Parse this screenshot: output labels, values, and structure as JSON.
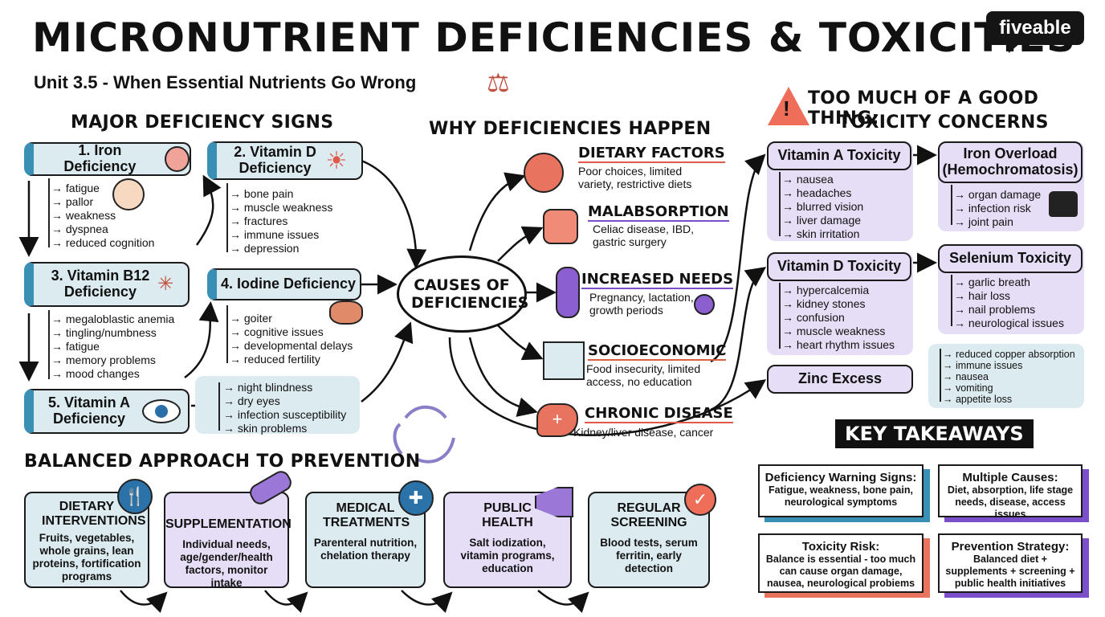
{
  "header": {
    "title": "MICRONUTRIENT DEFICIENCIES & TOXICITIES",
    "subtitle": "Unit 3.5 - When Essential Nutrients Go Wrong",
    "logo": "fiveable"
  },
  "deficiency": {
    "heading": "MAJOR DEFICIENCY SIGNS",
    "iron": {
      "title": "1. Iron Deficiency",
      "signs": [
        "fatigue",
        "pallor",
        "weakness",
        "dyspnea",
        "reduced cognition"
      ]
    },
    "vitd": {
      "title": "2. Vitamin D Deficiency",
      "signs": [
        "bone pain",
        "muscle weakness",
        "fractures",
        "immune issues",
        "depression"
      ]
    },
    "b12": {
      "title": "3. Vitamin B12 Deficiency",
      "signs": [
        "megaloblastic anemia",
        "tingling/numbness",
        "fatigue",
        "memory problems",
        "mood changes"
      ]
    },
    "iodine": {
      "title": "4. Iodine Deficiency",
      "signs": [
        "goiter",
        "cognitive issues",
        "developmental delays",
        "reduced fertility"
      ]
    },
    "vita": {
      "title": "5. Vitamin A Deficiency",
      "signs": [
        "night blindness",
        "dry eyes",
        "infection susceptibility",
        "skin problems"
      ]
    }
  },
  "causes": {
    "heading": "WHY DEFICIENCIES HAPPEN",
    "center": "CAUSES OF DEFICIENCIES",
    "items": [
      {
        "title": "DIETARY FACTORS",
        "desc": "Poor choices, limited variety, restrictive diets"
      },
      {
        "title": "MALABSORPTION",
        "desc": "Celiac disease, IBD, gastric surgery"
      },
      {
        "title": "INCREASED NEEDS",
        "desc": "Pregnancy, lactation, growth periods"
      },
      {
        "title": "SOCIOECONOMIC",
        "desc": "Food insecurity, limited access, no education"
      },
      {
        "title": "CHRONIC DISEASE",
        "desc": "Kidney/liver disease, cancer"
      }
    ]
  },
  "toxicity": {
    "heading1": "TOO MUCH OF A GOOD THING:",
    "heading2": "TOXICITY CONCERNS",
    "vita": {
      "title": "Vitamin A Toxicity",
      "signs": [
        "nausea",
        "headaches",
        "blurred vision",
        "liver damage",
        "skin irritation"
      ]
    },
    "iron": {
      "title": "Iron Overload (Hemochromatosis)",
      "signs": [
        "organ damage",
        "infection risk",
        "joint pain"
      ]
    },
    "vitd": {
      "title": "Vitamin D Toxicity",
      "signs": [
        "hypercalcemia",
        "kidney stones",
        "confusion",
        "muscle weakness",
        "heart rhythm issues"
      ]
    },
    "selenium": {
      "title": "Selenium Toxicity",
      "signs": [
        "garlic breath",
        "hair loss",
        "nail problems",
        "neurological issues"
      ]
    },
    "zinc": {
      "title": "Zinc Excess",
      "signs": [
        "reduced copper absorption",
        "immune issues",
        "nausea",
        "vomiting",
        "appetite loss"
      ]
    }
  },
  "prevention": {
    "heading": "BALANCED APPROACH TO PREVENTION",
    "cards": [
      {
        "title": "DIETARY INTERVENTIONS",
        "desc": "Fruits, vegetables, whole grains, lean proteins, fortification programs"
      },
      {
        "title": "SUPPLEMENTATION",
        "desc": "Individual needs, age/gender/health factors, monitor intake"
      },
      {
        "title": "MEDICAL TREATMENTS",
        "desc": "Parenteral nutrition, chelation therapy"
      },
      {
        "title": "PUBLIC HEALTH",
        "desc": "Salt iodization, vitamin programs, education"
      },
      {
        "title": "REGULAR SCREENING",
        "desc": "Blood tests, serum ferritin, early detection"
      }
    ]
  },
  "takeaways": {
    "heading": "KEY TAKEAWAYS",
    "items": [
      {
        "title": "Deficiency Warning Signs:",
        "desc": "Fatigue, weakness, bone pain, neurological symptoms"
      },
      {
        "title": "Multiple Causes:",
        "desc": "Diet, absorption, life stage needs, disease, access issues"
      },
      {
        "title": "Toxicity Risk:",
        "desc": "Balance is essential - too much can cause organ damage, nausea, neurological probiems"
      },
      {
        "title": "Prevention Strategy:",
        "desc": "Balanced diet + supplements + screening + public health initiatives"
      }
    ]
  },
  "colors": {
    "blue": "#dcebf0",
    "purple": "#e6ddf6",
    "accent_blue": "#3a8fb5",
    "accent_red": "#e05a4a",
    "accent_purple": "#7b4fc9"
  }
}
